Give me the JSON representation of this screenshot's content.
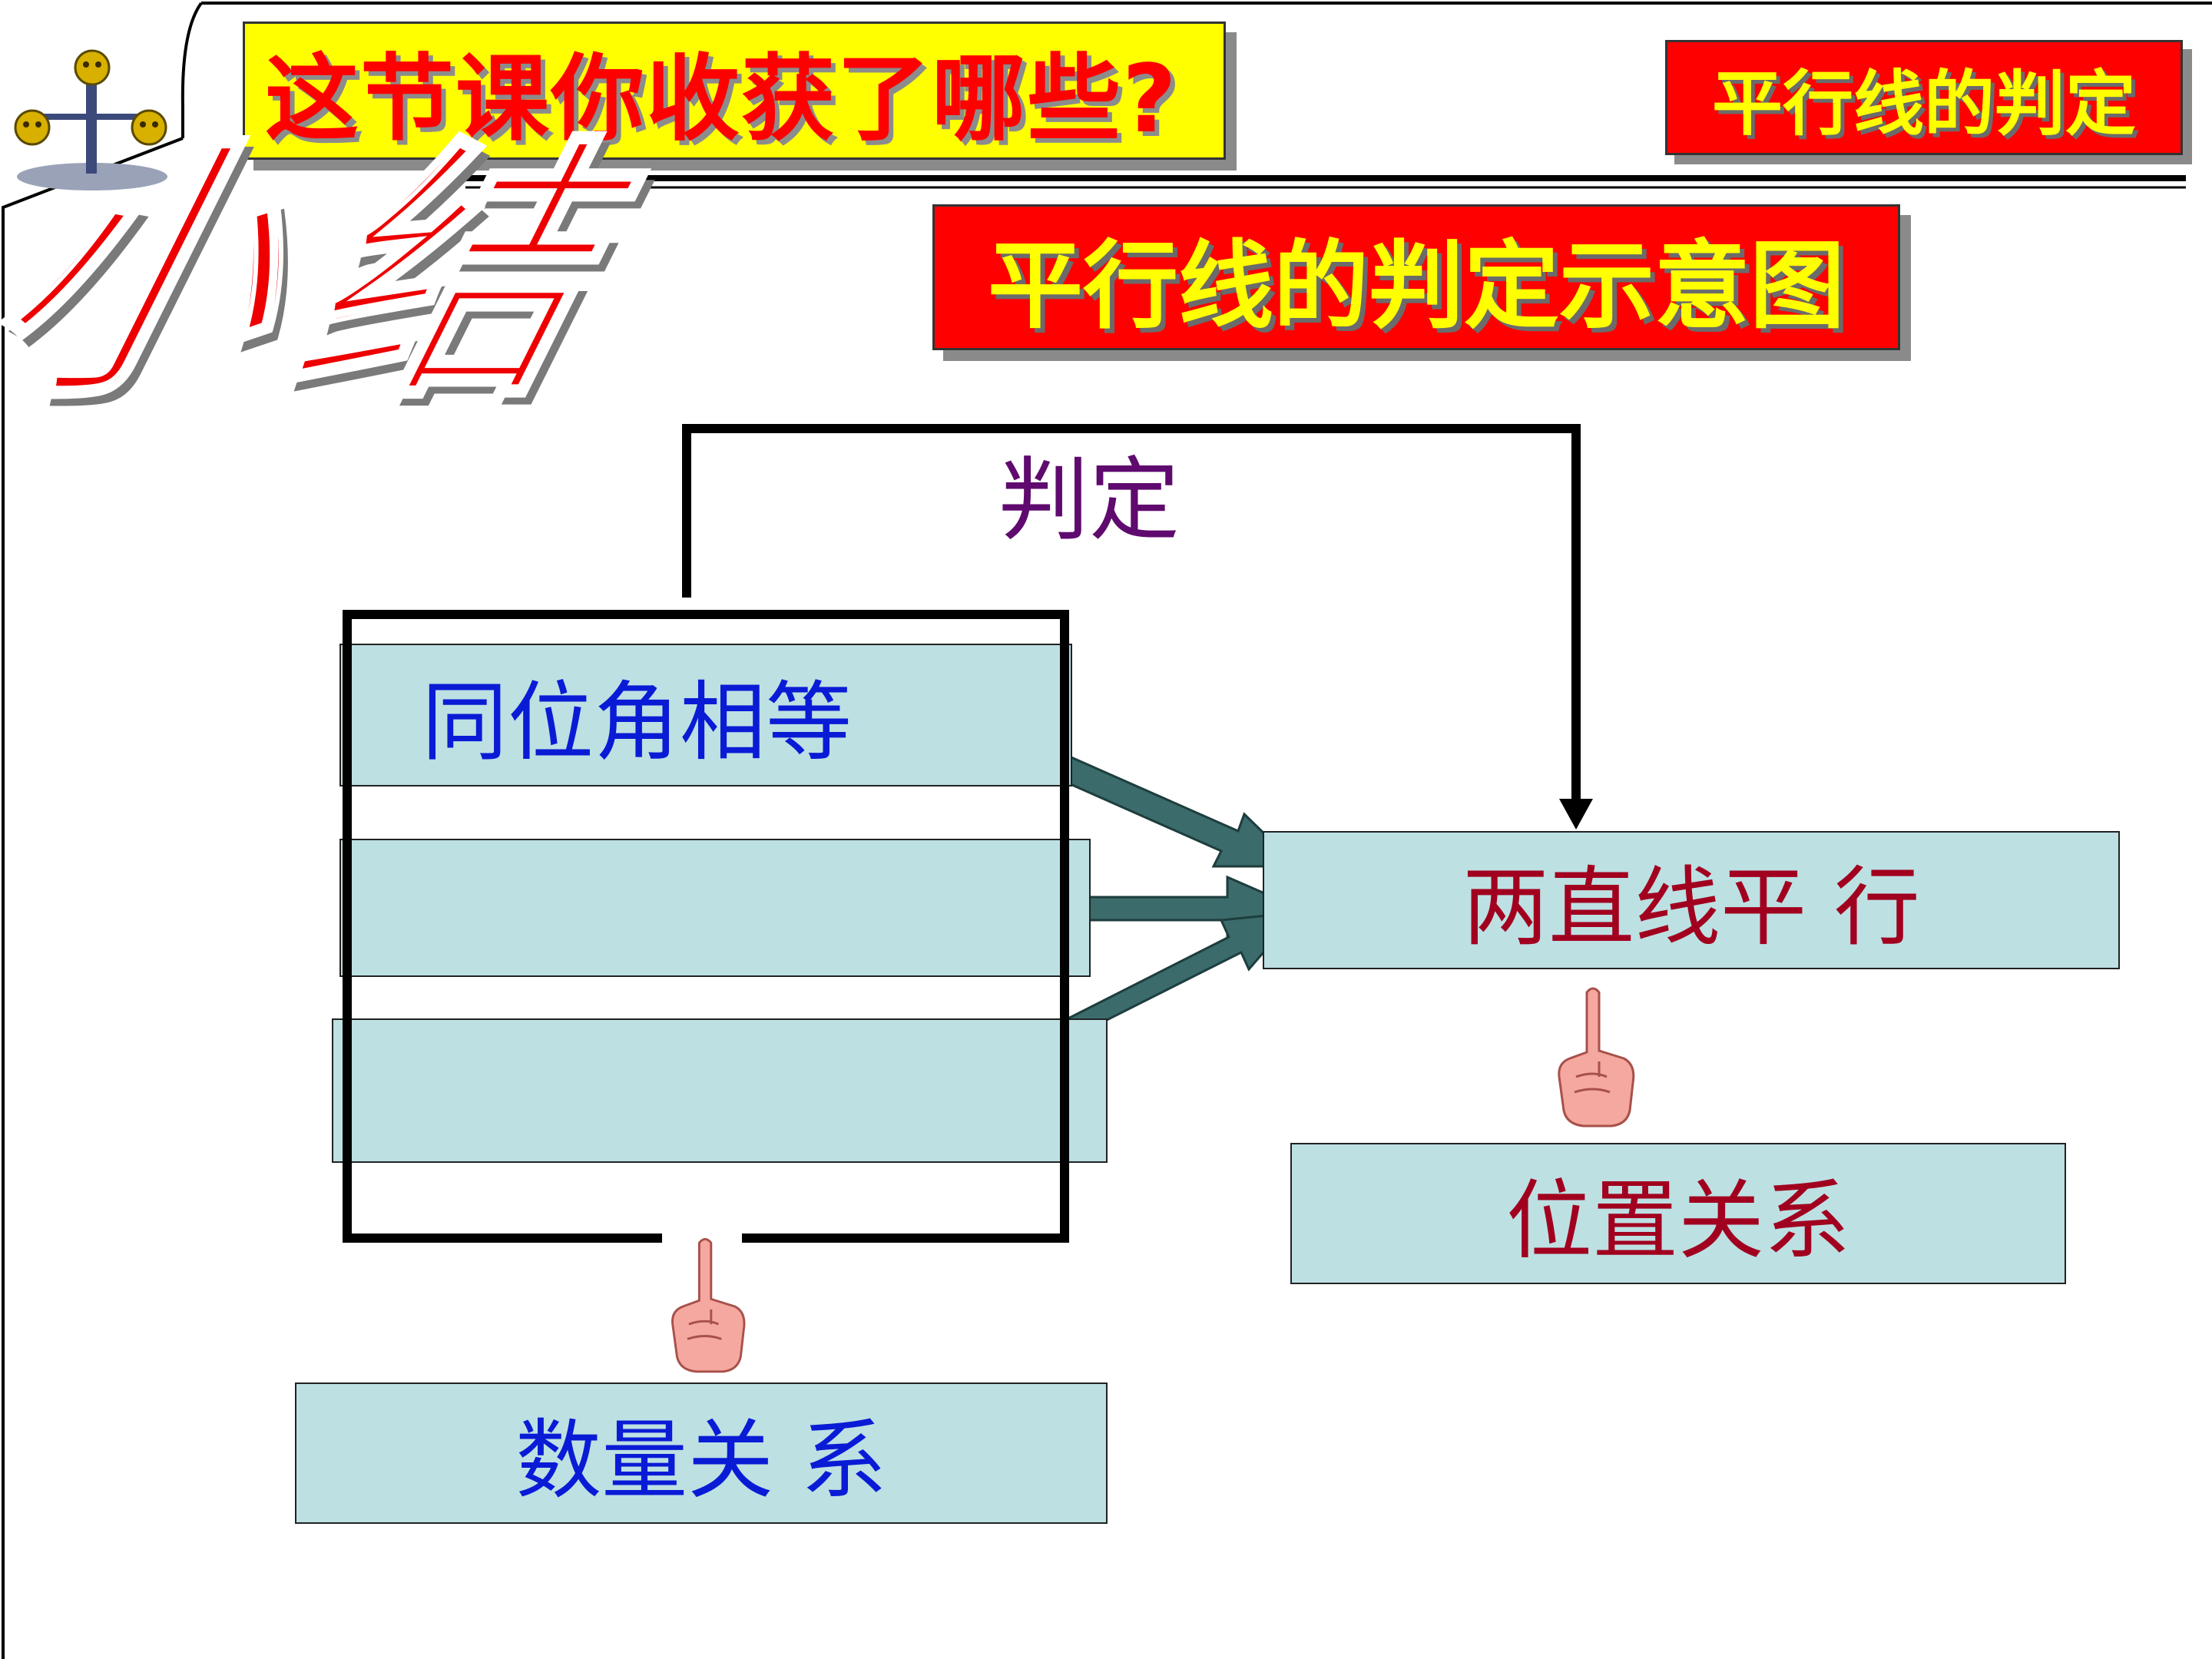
{
  "header": {
    "question": "这节课你收获了哪些?",
    "topic": "平行线的判定",
    "section_title": "小结"
  },
  "diagram": {
    "title": "平行线的判定示意图",
    "judge_label": "判定",
    "left_items": [
      "同位角相等",
      "",
      ""
    ],
    "quantity_label": "数量关 系",
    "result_label": "两直线平 行",
    "position_label": "位置关系"
  },
  "colors": {
    "panel_fill": "#bde0e3",
    "arrow_fill": "#3b6b6b",
    "title_red": "#ff0000",
    "title_yellow": "#ffff00",
    "blue_text": "#0a1bd6",
    "dark_red_text": "#a1001f",
    "purple_text": "#5f0a6e"
  },
  "icons": [
    "balance-logo-icon",
    "pointing-hand-icon",
    "pointing-hand-icon"
  ]
}
